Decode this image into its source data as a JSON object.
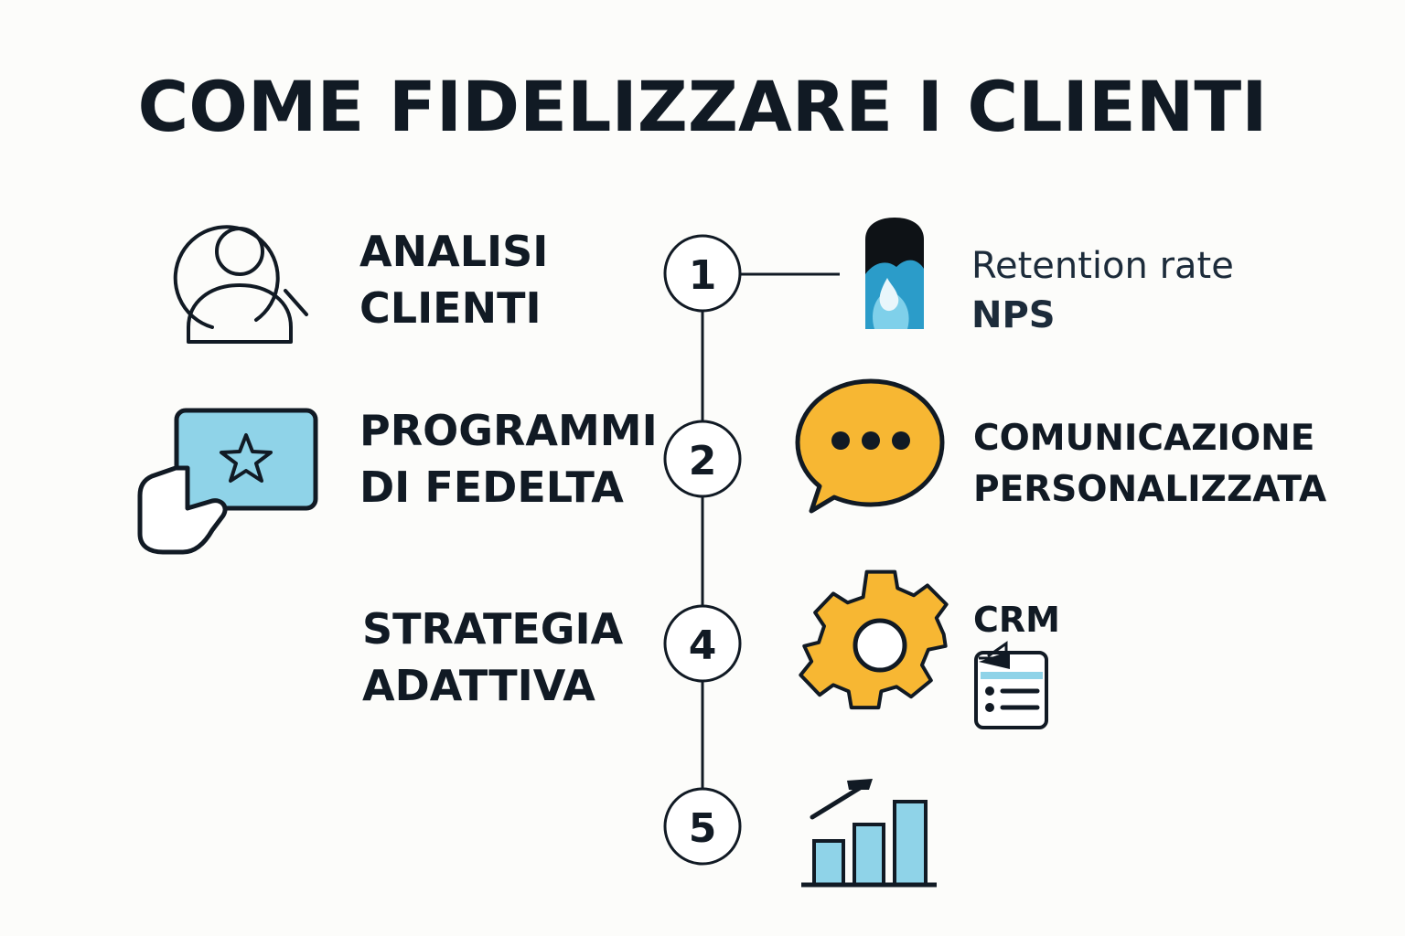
{
  "title": "COME FIDELIZZARE I CLIENTI",
  "steps": [
    {
      "number": "1",
      "left_lines": [
        "ANALISI",
        "CLIENTI"
      ],
      "right_lines": [
        "Retention rate",
        "NPS"
      ]
    },
    {
      "number": "2",
      "left_lines": [
        "PROGRAMMI",
        "DI FEDELTA"
      ],
      "right_lines": [
        "COMUNICAZIONE",
        "PERSONALIZZATA"
      ]
    },
    {
      "number": "4",
      "left_lines": [
        "STRATEGIA",
        "ADATTIVA"
      ],
      "right_lines": [
        "CRM"
      ]
    },
    {
      "number": "5",
      "left_lines": [],
      "right_lines": []
    }
  ],
  "colors": {
    "ink": "#111a24",
    "accent_blue": "#8fd3e8",
    "accent_yellow": "#f7b733",
    "gauge_blue": "#2b9cc9"
  },
  "icons": {
    "step1_left": "user-search-icon",
    "step1_right": "gauge-icon",
    "step2_left": "loyalty-card-icon",
    "step2_right": "speech-bubble-icon",
    "step4_right": "gear-icon",
    "step4_right_secondary": "crm-list-icon",
    "step5_right": "bar-chart-growth-icon"
  }
}
